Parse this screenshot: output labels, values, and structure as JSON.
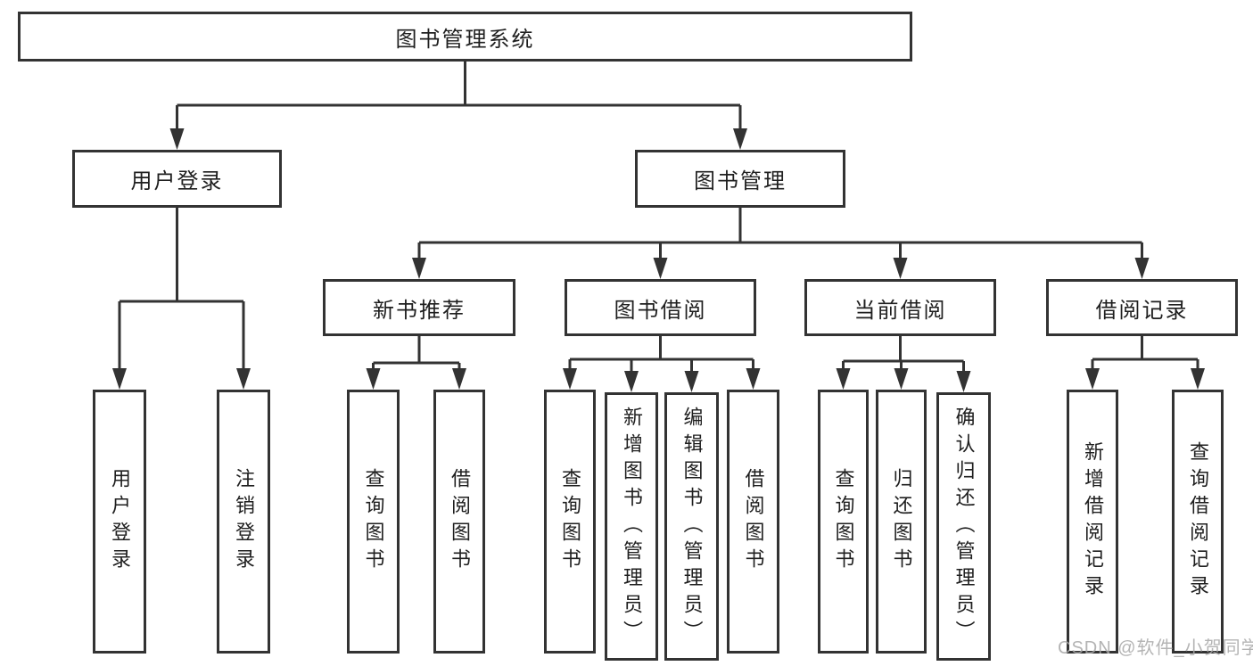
{
  "diagram": {
    "root": {
      "label": "图书管理系统"
    },
    "level2": [
      {
        "label": "用户登录"
      },
      {
        "label": "图书管理"
      }
    ],
    "level3": [
      {
        "label": "新书推荐"
      },
      {
        "label": "图书借阅"
      },
      {
        "label": "当前借阅"
      },
      {
        "label": "借阅记录"
      }
    ],
    "leaves": [
      {
        "label": "用户登录"
      },
      {
        "label": "注销登录"
      },
      {
        "label": "查询图书"
      },
      {
        "label": "借阅图书"
      },
      {
        "label": "查询图书"
      },
      {
        "label": "新增图书（管理员）"
      },
      {
        "label": "编辑图书（管理员）"
      },
      {
        "label": "借阅图书"
      },
      {
        "label": "查询图书"
      },
      {
        "label": "归还图书"
      },
      {
        "label": "确认归还（管理员）"
      },
      {
        "label": "新增借阅记录"
      },
      {
        "label": "查询借阅记录"
      }
    ]
  },
  "watermark": {
    "text": "CSDN @软件_小贺同学"
  },
  "colors": {
    "line": "#333333",
    "text": "#1f1f1f",
    "background": "#ffffff",
    "watermark": "#a8a8a8"
  }
}
